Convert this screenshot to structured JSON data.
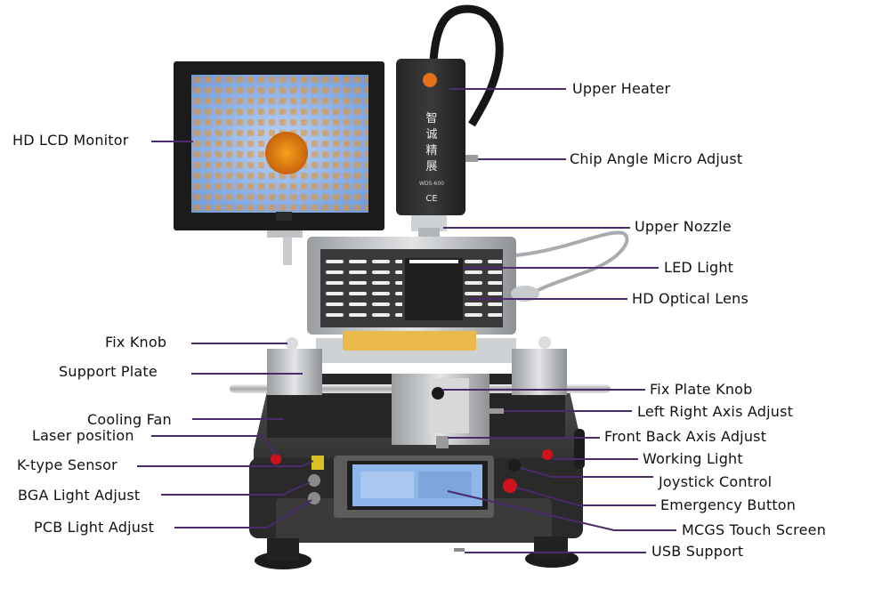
{
  "labels": {
    "hd_lcd_monitor": "HD LCD Monitor",
    "fix_knob": "Fix Knob",
    "support_plate": "Support Plate",
    "cooling_fan": "Cooling Fan",
    "laser_position": "Laser position",
    "k_type_sensor": "K-type Sensor",
    "bga_light_adjust": "BGA Light Adjust",
    "pcb_light_adjust": "PCB Light Adjust",
    "upper_heater": "Upper Heater",
    "chip_angle_micro_adjust": "Chip Angle Micro Adjust",
    "upper_nozzle": "Upper Nozzle",
    "led_light": "LED Light",
    "hd_optical_lens": "HD Optical Lens",
    "fix_plate_knob": "Fix Plate Knob",
    "left_right_axis_adjust": "Left Right Axis Adjust",
    "front_back_axis_adjust": "Front Back Axis Adjust",
    "working_light": "Working Light",
    "joystick_control": "Joystick Control",
    "emergency_button": "Emergency Button",
    "mcgs_touch_screen": "MCGS Touch Screen",
    "usb_support": "USB Support"
  },
  "machine": {
    "heater_brand_chars": [
      "智",
      "诚",
      "精",
      "展"
    ],
    "heater_model": "WDS-600",
    "heater_mark": "CE"
  },
  "colors": {
    "leader_line": "#4b2a6e",
    "label_text": "#111111",
    "body_dark": "#2b2b2b",
    "frame_silver": "#b9bcc0",
    "screen_blue": "#8fb6ea",
    "hot_orange": "#e07a10",
    "emergency_red": "#d0121b"
  }
}
